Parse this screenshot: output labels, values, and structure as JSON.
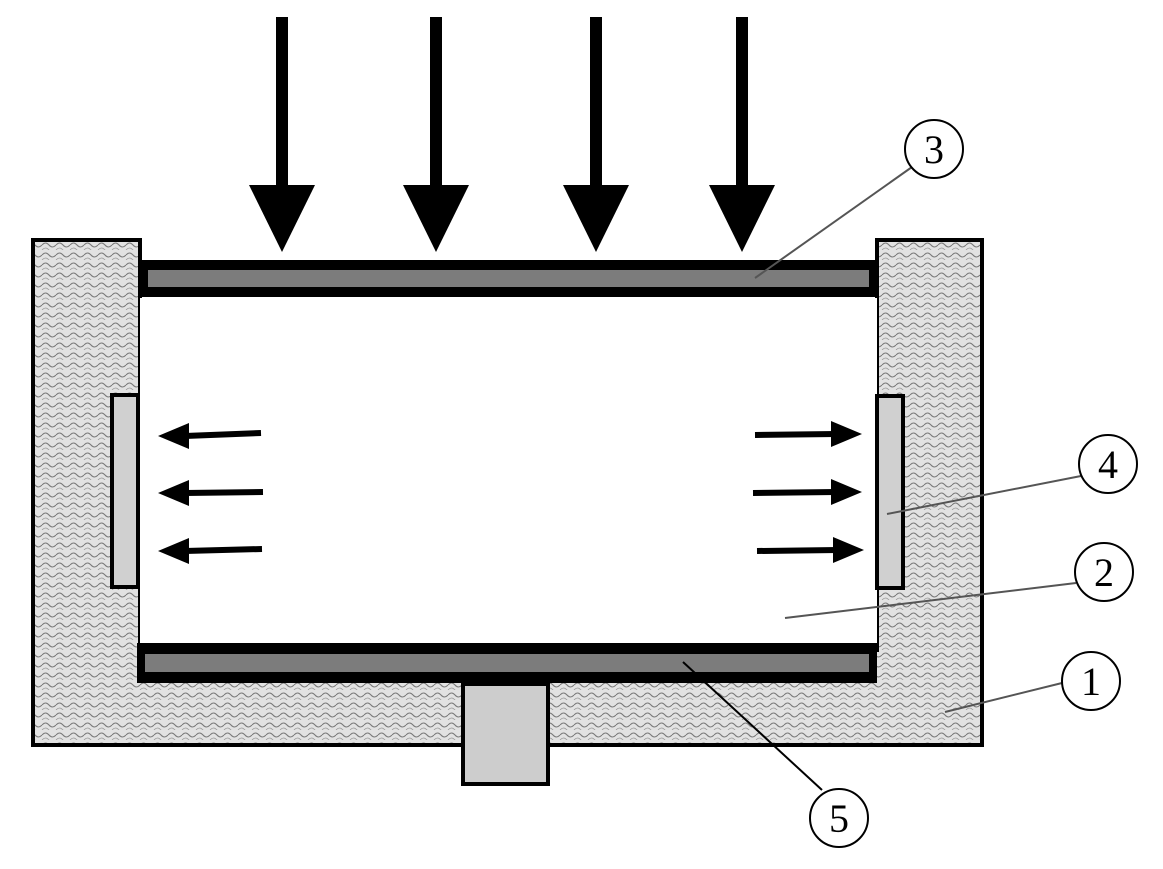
{
  "callouts": [
    {
      "id": "1",
      "label": "1"
    },
    {
      "id": "2",
      "label": "2"
    },
    {
      "id": "3",
      "label": "3"
    },
    {
      "id": "4",
      "label": "4"
    },
    {
      "id": "5",
      "label": "5"
    }
  ],
  "colors": {
    "outline": "#000000",
    "insulation_fill": "#e2e2e2",
    "insulation_hatch": "#7a7a7a",
    "plate_fill": "#7c7c7c",
    "side_panel_fill": "#d0d0d0",
    "support_fill": "#cdcdcd",
    "background": "#ffffff"
  },
  "icons": {
    "incoming_arrows": "down-arrow-icon",
    "left_flow_arrows": "left-arrow-icon",
    "right_flow_arrows": "right-arrow-icon"
  }
}
